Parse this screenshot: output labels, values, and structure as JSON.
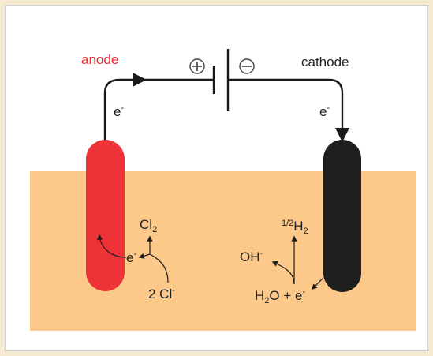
{
  "labels": {
    "anode": "anode",
    "cathode": "cathode",
    "e_anode": "e",
    "e_cathode": "e",
    "minus_sup": "-",
    "cl2_main": "Cl",
    "cl2_sub": "2",
    "e_left_reaction": "e",
    "two_cl_main": "2 Cl",
    "half_h2_frac": "1/2",
    "half_h2_main": "H",
    "half_h2_sub": "2",
    "oh_main": "OH",
    "h2o_h": "H",
    "h2o_sub": "2",
    "h2o_rest": "O + e"
  },
  "battery": {
    "positive_symbol": "+",
    "negative_symbol": "−"
  },
  "colors": {
    "anode_electrode": "#ee3338",
    "cathode_electrode": "#1e1e1e",
    "anode_label": "#e8303a",
    "electrolyte": "#fcc98a",
    "background_border": "#f6ead0",
    "wire": "#1a1a1a"
  }
}
